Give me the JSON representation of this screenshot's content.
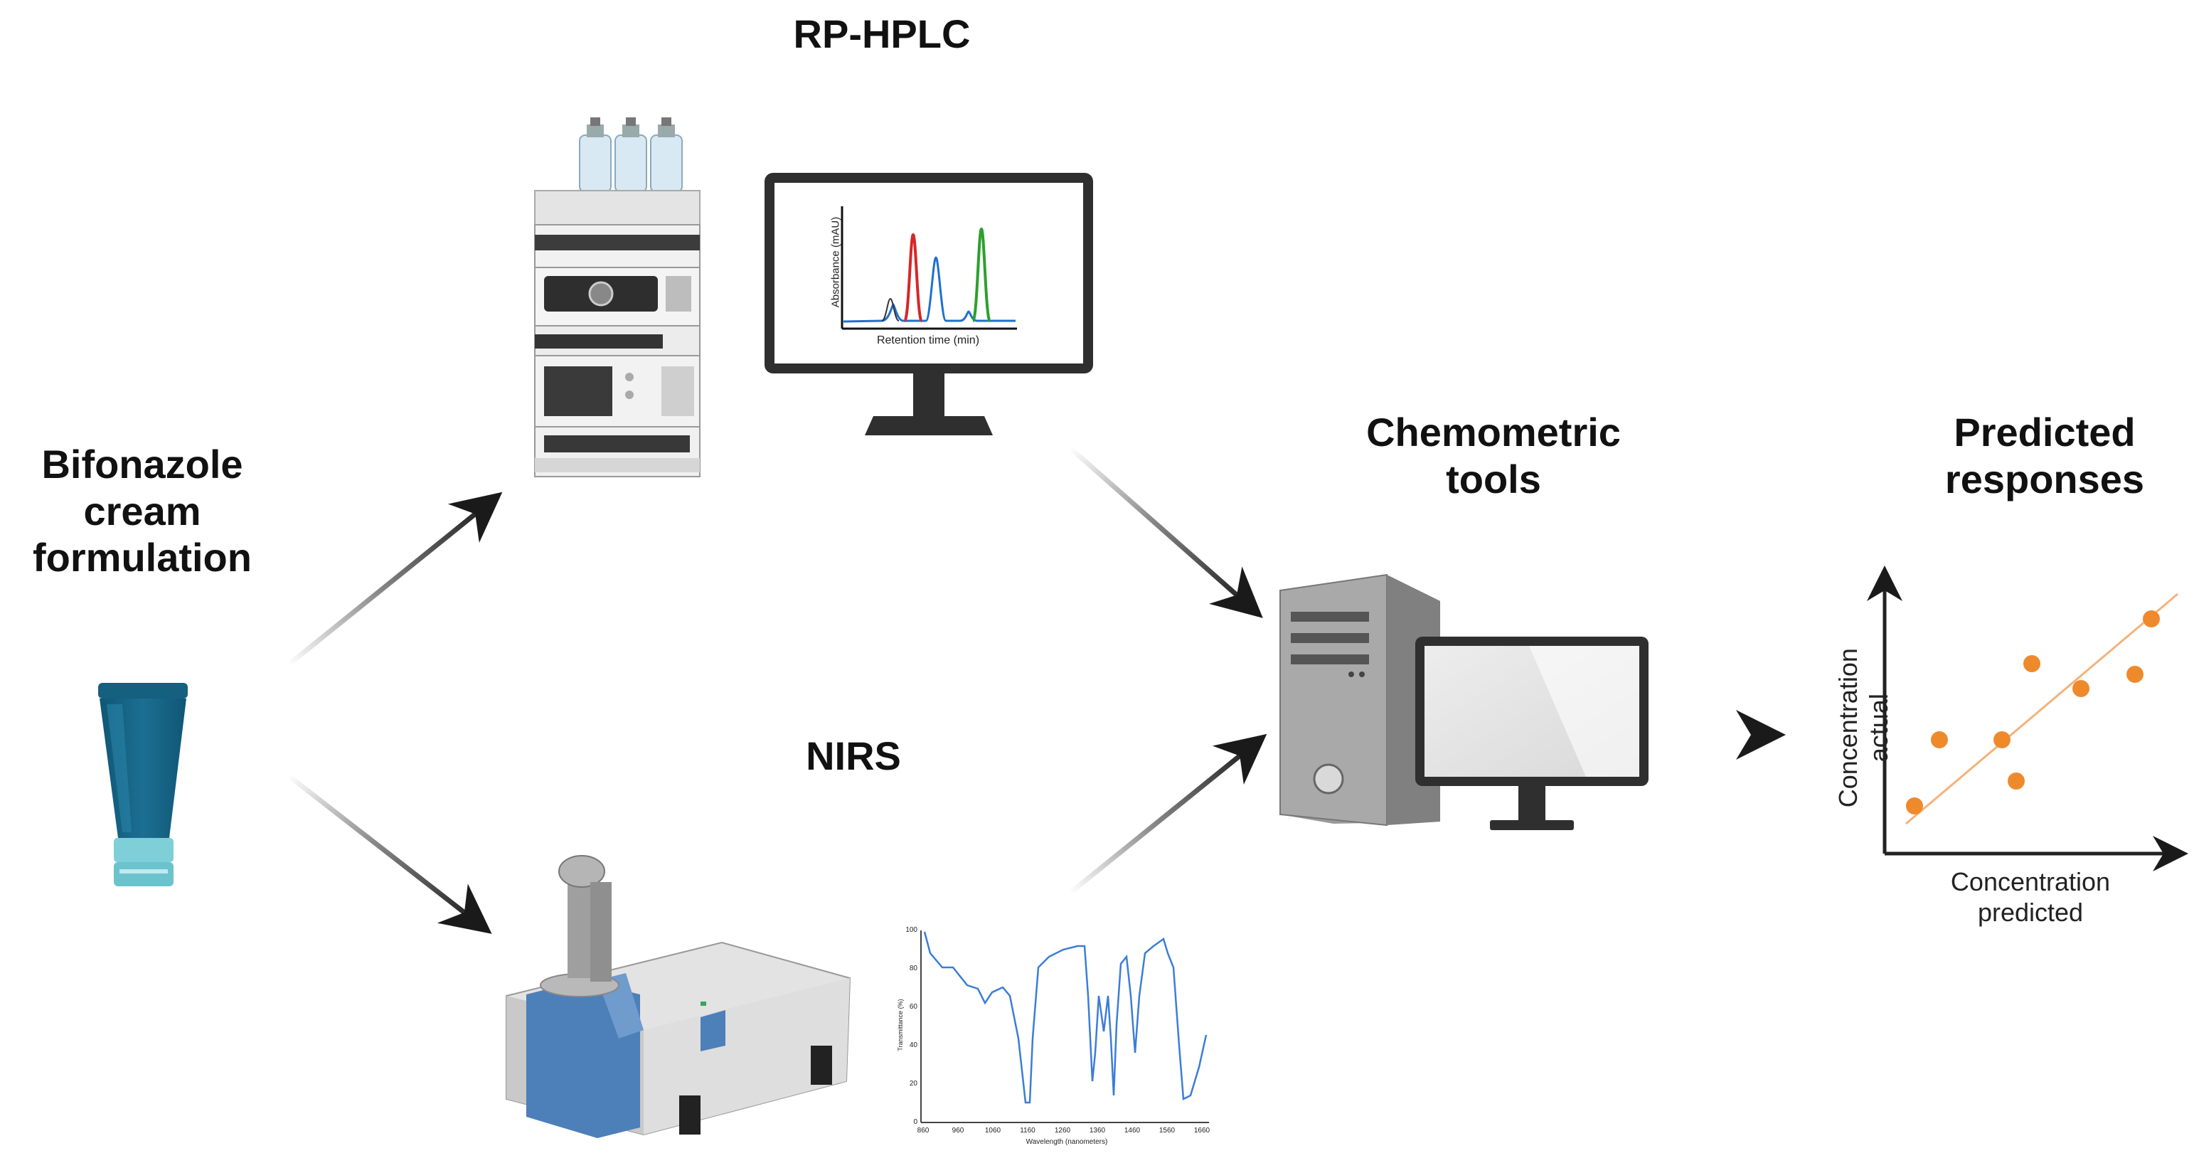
{
  "labels": {
    "hplc": "RP-HPLC",
    "nirs": "NIRS",
    "cream_line1": "Bifonazole",
    "cream_line2": "cream",
    "cream_line3": "formulation",
    "chemo_line1": "Chemometric",
    "chemo_line2": "tools",
    "pred_line1": "Predicted",
    "pred_line2": "responses"
  },
  "chromatogram": {
    "ylabel": "Absorbance (mAU)",
    "xlabel": "Retention time (min)",
    "colors": {
      "red": "#d62728",
      "blue": "#1f77d0",
      "green": "#2ca02c",
      "baseline": "#1f6fd0"
    }
  },
  "nir_spectrum": {
    "ylabel": "Transmittance (%)",
    "xlabel": "Wavelength (nanometers)",
    "yticks": [
      "100",
      "80",
      "60",
      "40",
      "20",
      "0"
    ],
    "xticks": [
      "860",
      "960",
      "1060",
      "1160",
      "1260",
      "1360",
      "1460",
      "1560",
      "1660"
    ],
    "line_color": "#3b7dd8"
  },
  "scatter_plot": {
    "xlabel_line1": "Concentration",
    "xlabel_line2": "predicted",
    "ylabel_line1": "Concentration",
    "ylabel_line2": "actual",
    "point_color": "#ef8a2c",
    "line_color": "#f5b27a"
  },
  "colors": {
    "tube": "#15607f",
    "tube_cap": "#7ecfd8",
    "instrument_blue": "#4d7fb8",
    "arrow": "#222222"
  }
}
